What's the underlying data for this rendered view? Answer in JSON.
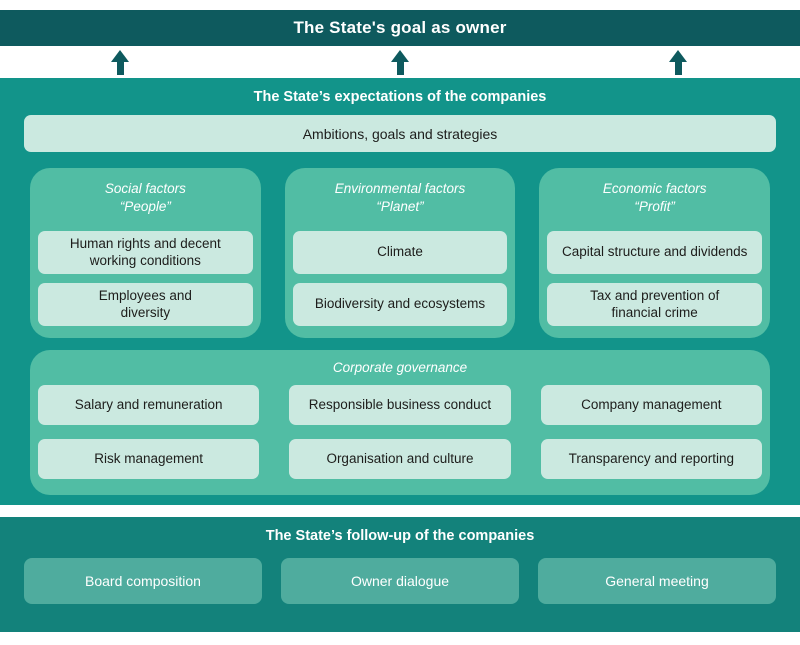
{
  "colors": {
    "dark_teal": "#0e5a5e",
    "panel_teal": "#12948a",
    "followup_teal": "#13827b",
    "card_green": "#51bda4",
    "mint": "#cbe9e0",
    "followup_box_green": "#4fac9e",
    "dark_text": "#1d1d1b"
  },
  "top_banner": {
    "title": "The State's goal as owner"
  },
  "arrows": {
    "icon": "up-arrow",
    "count": 3
  },
  "expectations_panel": {
    "title": "The State’s expectations of the companies",
    "ambitions_label": "Ambitions, goals and strategies",
    "factor_cards": [
      {
        "title": "Social factors\n“People”",
        "items": [
          "Human rights and decent\nworking conditions",
          "Employees and\ndiversity"
        ]
      },
      {
        "title": "Environmental factors\n“Planet”",
        "items": [
          "Climate",
          "Biodiversity and ecosystems"
        ]
      },
      {
        "title": "Economic factors\n“Profit”",
        "items": [
          "Capital structure and dividends",
          "Tax and prevention of\nfinancial crime"
        ]
      }
    ],
    "governance_card": {
      "title": "Corporate governance",
      "items": [
        "Salary and remuneration",
        "Responsible business conduct",
        "Company management",
        "Risk management",
        "Organisation and culture",
        "Transparency and reporting"
      ]
    }
  },
  "followup_panel": {
    "title": "The State’s follow-up of the companies",
    "items": [
      "Board composition",
      "Owner dialogue",
      "General meeting"
    ]
  }
}
